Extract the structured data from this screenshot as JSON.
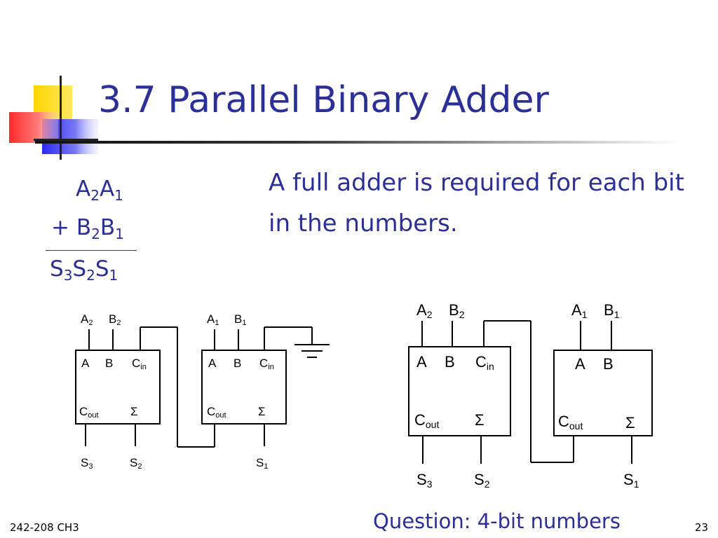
{
  "slide": {
    "title": "3.7 Parallel Binary Adder",
    "description": "A full adder is required for each bit in the numbers.",
    "question": "Question: 4-bit numbers",
    "footer_left": "242-208 CH3",
    "page_number": "23"
  },
  "addition": {
    "row1": [
      {
        "v": "A",
        "s": "2"
      },
      {
        "v": "A",
        "s": "1"
      }
    ],
    "row2_prefix": "+ ",
    "row2": [
      {
        "v": "B",
        "s": "2"
      },
      {
        "v": "B",
        "s": "1"
      }
    ],
    "row3": [
      {
        "v": "S",
        "s": "3"
      },
      {
        "v": "S",
        "s": "2"
      },
      {
        "v": "S",
        "s": "1"
      }
    ]
  },
  "circuit_left": {
    "inputs": {
      "a2": {
        "v": "A",
        "s": "2"
      },
      "b2": {
        "v": "B",
        "s": "2"
      },
      "a1": {
        "v": "A",
        "s": "1"
      },
      "b1": {
        "v": "B",
        "s": "1"
      }
    },
    "box_pins": {
      "a": "A",
      "b": "B",
      "cin": {
        "v": "C",
        "s": "in"
      },
      "cout": {
        "v": "C",
        "s": "out"
      },
      "sigma": "Σ"
    },
    "outputs": {
      "s3": {
        "v": "S",
        "s": "3"
      },
      "s2": {
        "v": "S",
        "s": "2"
      },
      "s1": {
        "v": "S",
        "s": "1"
      }
    }
  },
  "circuit_right": {
    "inputs": {
      "a2": {
        "v": "A",
        "s": "2"
      },
      "b2": {
        "v": "B",
        "s": "2"
      },
      "a1": {
        "v": "A",
        "s": "1"
      },
      "b1": {
        "v": "B",
        "s": "1"
      }
    },
    "box_pins": {
      "a": "A",
      "b": "B",
      "cin": {
        "v": "C",
        "s": "in"
      },
      "cout": {
        "v": "C",
        "s": "out"
      },
      "sigma": "Σ"
    },
    "outputs": {
      "s3": {
        "v": "S",
        "s": "3"
      },
      "s2": {
        "v": "S",
        "s": "2"
      },
      "s1": {
        "v": "S",
        "s": "1"
      }
    }
  },
  "colors": {
    "title": "#2b2f98",
    "logo_yellow": "#ffd400",
    "logo_red": "#ff2a2a",
    "logo_blue": "#2a2af0"
  }
}
